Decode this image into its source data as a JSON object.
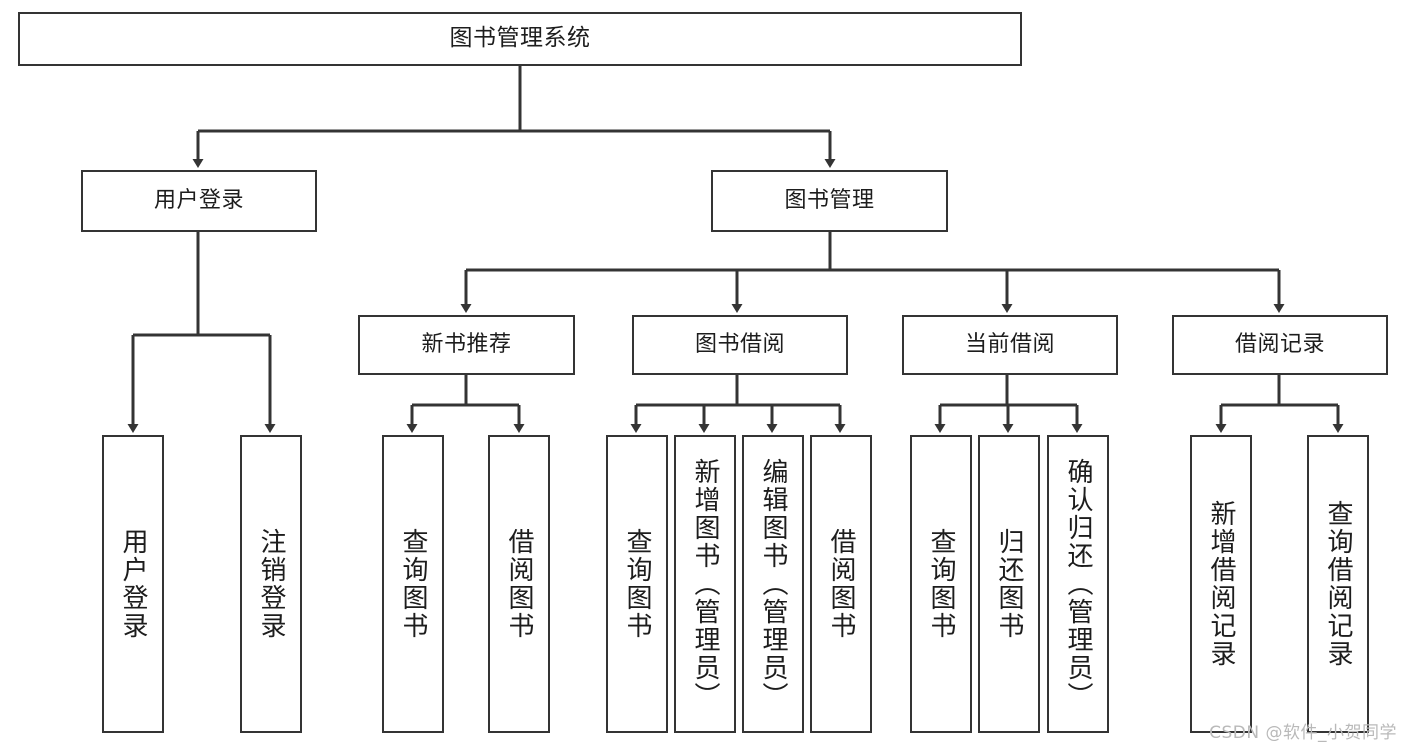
{
  "diagram": {
    "title": "图书管理系统",
    "type": "tree",
    "watermark": "CSDN @软件_小贺同学",
    "colors": {
      "stroke": "#343434",
      "fill": "#ffffff",
      "text": "#1d1d1d",
      "watermark": "#b9b9b9"
    },
    "levels": {
      "root": {
        "label": "图书管理系统"
      },
      "level2": [
        {
          "label": "用户登录"
        },
        {
          "label": "图书管理"
        }
      ],
      "level3": [
        {
          "label": "新书推荐"
        },
        {
          "label": "图书借阅"
        },
        {
          "label": "当前借阅"
        },
        {
          "label": "借阅记录"
        }
      ],
      "leaves": [
        {
          "label": "用户登录",
          "parent": "用户登录"
        },
        {
          "label": "注销登录",
          "parent": "用户登录"
        },
        {
          "label": "查询图书",
          "parent": "新书推荐"
        },
        {
          "label": "借阅图书",
          "parent": "新书推荐"
        },
        {
          "label": "查询图书",
          "parent": "图书借阅"
        },
        {
          "label": "新增图书（管理员）",
          "parent": "图书借阅"
        },
        {
          "label": "编辑图书（管理员）",
          "parent": "图书借阅"
        },
        {
          "label": "借阅图书",
          "parent": "图书借阅"
        },
        {
          "label": "查询图书",
          "parent": "当前借阅"
        },
        {
          "label": "归还图书",
          "parent": "当前借阅"
        },
        {
          "label": "确认归还（管理员）",
          "parent": "当前借阅"
        },
        {
          "label": "新增借阅记录",
          "parent": "借阅记录"
        },
        {
          "label": "查询借阅记录",
          "parent": "借阅记录"
        }
      ]
    }
  },
  "chart_data": {
    "type": "table",
    "title": "图书管理系统 功能结构图",
    "nodes": [
      {
        "id": "root",
        "label": "图书管理系统",
        "level": 0,
        "parent": null
      },
      {
        "id": "n-user-login",
        "label": "用户登录",
        "level": 1,
        "parent": "root"
      },
      {
        "id": "n-book-mgmt",
        "label": "图书管理",
        "level": 1,
        "parent": "root"
      },
      {
        "id": "n-new-book-rec",
        "label": "新书推荐",
        "level": 2,
        "parent": "n-book-mgmt"
      },
      {
        "id": "n-book-borrow",
        "label": "图书借阅",
        "level": 2,
        "parent": "n-book-mgmt"
      },
      {
        "id": "n-current-borrow",
        "label": "当前借阅",
        "level": 2,
        "parent": "n-book-mgmt"
      },
      {
        "id": "n-borrow-record",
        "label": "借阅记录",
        "level": 2,
        "parent": "n-book-mgmt"
      },
      {
        "id": "l1",
        "label": "用户登录",
        "level": 3,
        "parent": "n-user-login"
      },
      {
        "id": "l2",
        "label": "注销登录",
        "level": 3,
        "parent": "n-user-login"
      },
      {
        "id": "l3",
        "label": "查询图书",
        "level": 3,
        "parent": "n-new-book-rec"
      },
      {
        "id": "l4",
        "label": "借阅图书",
        "level": 3,
        "parent": "n-new-book-rec"
      },
      {
        "id": "l5",
        "label": "查询图书",
        "level": 3,
        "parent": "n-book-borrow"
      },
      {
        "id": "l6",
        "label": "新增图书（管理员）",
        "level": 3,
        "parent": "n-book-borrow"
      },
      {
        "id": "l7",
        "label": "编辑图书（管理员）",
        "level": 3,
        "parent": "n-book-borrow"
      },
      {
        "id": "l8",
        "label": "借阅图书",
        "level": 3,
        "parent": "n-book-borrow"
      },
      {
        "id": "l9",
        "label": "查询图书",
        "level": 3,
        "parent": "n-current-borrow"
      },
      {
        "id": "l10",
        "label": "归还图书",
        "level": 3,
        "parent": "n-current-borrow"
      },
      {
        "id": "l11",
        "label": "确认归还（管理员）",
        "level": 3,
        "parent": "n-current-borrow"
      },
      {
        "id": "l12",
        "label": "新增借阅记录",
        "level": 3,
        "parent": "n-borrow-record"
      },
      {
        "id": "l13",
        "label": "查询借阅记录",
        "level": 3,
        "parent": "n-borrow-record"
      }
    ]
  }
}
